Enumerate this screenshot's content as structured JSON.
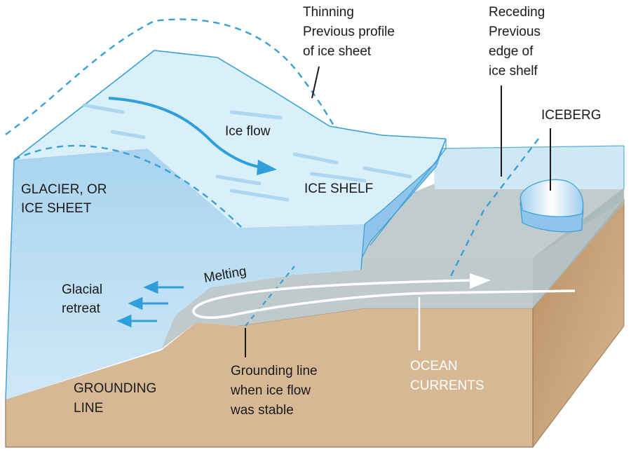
{
  "labels": {
    "thinning": [
      "Thinning",
      "Previous profile",
      "of ice sheet"
    ],
    "receding": [
      "Receding",
      "Previous",
      "edge of",
      "ice shelf"
    ],
    "iceberg": [
      "ICEBERG"
    ],
    "ice_flow": [
      "Ice flow"
    ],
    "glacier": [
      "GLACIER, OR",
      "ICE SHEET"
    ],
    "ice_shelf": [
      "ICE SHELF"
    ],
    "melting": [
      "Melting"
    ],
    "glacial_retreat": [
      "Glacial",
      "retreat"
    ],
    "grounding_line_stable": [
      "Grounding line",
      "when ice flow",
      "was stable"
    ],
    "ocean_currents": [
      "OCEAN",
      "CURRENTS"
    ],
    "grounding_line": [
      "GROUNDING",
      "LINE"
    ]
  },
  "colors": {
    "ice_front": "#bfe0f4",
    "ice_top": "#daf0fb",
    "ice_outline": "#3a9fd6",
    "water": "#bcc8c9",
    "water_surface": "#cfe8f4",
    "sediment": "#c9a77f",
    "sediment_dark": "#b08860",
    "arrow_blue": "#2f9fdb",
    "label_dark": "#1a1a1a",
    "ocean_current": "#ffffff"
  }
}
